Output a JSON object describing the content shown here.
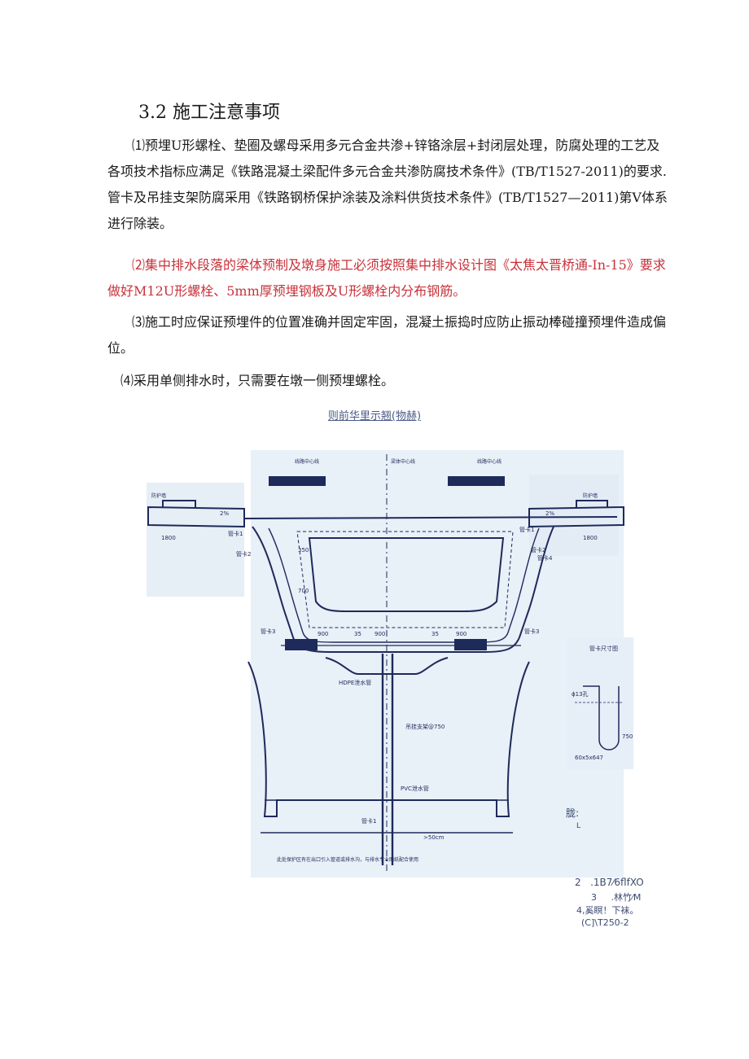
{
  "doc": {
    "heading": "3.2 施工注意事项",
    "paragraphs": [
      "⑴预埋U形螺栓、垫圈及螺母采用多元合金共渗+锌铬涂层+封闭层处理，防腐处理的工艺及各项技术指标应满足《铁路混凝土梁配件多元合金共渗防腐技术条件》(TB/T1527-2011)的要求.管卡及吊挂支架防腐采用《铁路钢桥保护涂装及涂料供货技术条件》(TB/T1527—2011)第V体系进行除装。",
      "⑵集中排水段落的梁体预制及墩身施工必须按照集中排水设计图《太焦太晋桥通-In-15》要求做好M12U形螺栓、5mm厚预埋钢板及U形螺栓内分布钢筋。",
      "⑶施工时应保证预埋件的位置准确并固定牢固，混凝土振捣时应防止振动棒碰撞预埋件造成偏位。",
      "⑷采用单侧排水时，只需要在墩一侧预埋螺栓。"
    ],
    "figure_caption": "则前华里示翘(物赫)"
  },
  "drawing": {
    "labels": {
      "slope_left": "2%",
      "slope_right": "2%",
      "dim_1800_left": "1800",
      "dim_1800_right": "1800",
      "clamp1_left": "管卡1",
      "clamp2_left": "管卡2",
      "clamp3_left": "管卡3",
      "clamp1_right": "管卡1",
      "clamp2_right": "管卡2",
      "clamp3_right": "管卡3",
      "clamp4_right": "管卡4",
      "dim_350": "350",
      "dim_700": "700",
      "dim_b1": "900",
      "dim_b2": "35",
      "dim_b3": "900",
      "dim_b4": "35",
      "dim_b5": "900",
      "hdpe": "HDPE泄水管",
      "support": "吊挂支架@750",
      "pvc": "PVC泄水管",
      "clamp_pier": "管卡1",
      "gap": ">50cm",
      "bottom_note": "此处保护区有在出口引入管道或排水沟，与排水专业图纸配合使用",
      "guard_left": "防护墙",
      "guard_right": "防护墙",
      "center_line": "梁体中心线",
      "line_left": "线路中心线",
      "line_right": "线路中心线"
    },
    "inset": {
      "title": "管卡尺寸图",
      "dia": "ϕ13孔",
      "plate": "60x5x647",
      "dim": "750"
    }
  },
  "notes": {
    "title": "胧:",
    "small": "L",
    "line2": "2   .1B7⁄6flfXO",
    "line3": "3     .林竹⁄M",
    "line4": "4,奚瞑！下袜。",
    "line5": "(C]\\T250-2"
  }
}
